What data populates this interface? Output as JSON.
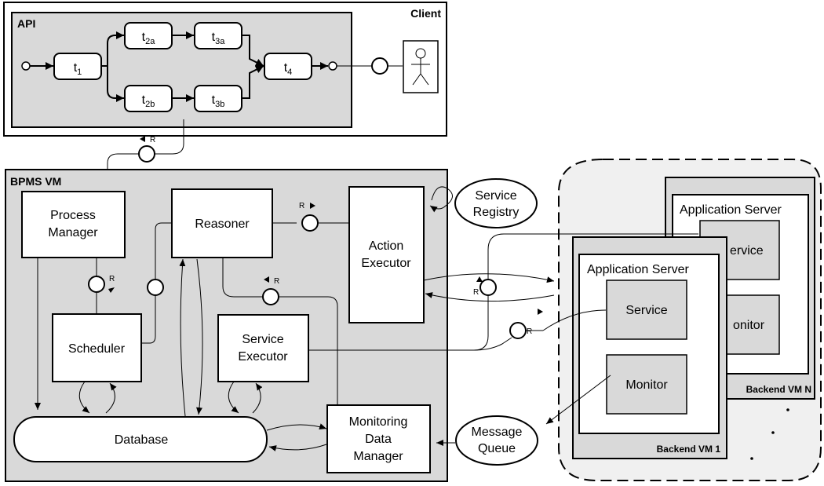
{
  "client": {
    "title": "Client",
    "api_title": "API",
    "tasks": [
      {
        "base": "t",
        "sub": "1"
      },
      {
        "base": "t",
        "sub": "2a"
      },
      {
        "base": "t",
        "sub": "3a"
      },
      {
        "base": "t",
        "sub": "2b"
      },
      {
        "base": "t",
        "sub": "3b"
      },
      {
        "base": "t",
        "sub": "4"
      }
    ]
  },
  "bpms": {
    "title": "BPMS VM",
    "process_manager": [
      "Process",
      "Manager"
    ],
    "reasoner": "Reasoner",
    "scheduler": "Scheduler",
    "service_executor": [
      "Service",
      "Executor"
    ],
    "action_executor": [
      "Action",
      "Executor"
    ],
    "database": "Database",
    "monitoring": [
      "Monitoring",
      "Data",
      "Manager"
    ]
  },
  "external": {
    "service_registry": [
      "Service",
      "Registry"
    ],
    "message_queue": [
      "Message",
      "Queue"
    ]
  },
  "backend": {
    "vm1": {
      "label": "Backend VM 1",
      "app_server": "Application Server",
      "service": "Service",
      "monitor": "Monitor"
    },
    "vmn": {
      "label": "Backend VM N",
      "app_server": "Application Server",
      "service_partial": "ervice",
      "monitor_partial": "onitor"
    }
  },
  "interface_label": "R"
}
